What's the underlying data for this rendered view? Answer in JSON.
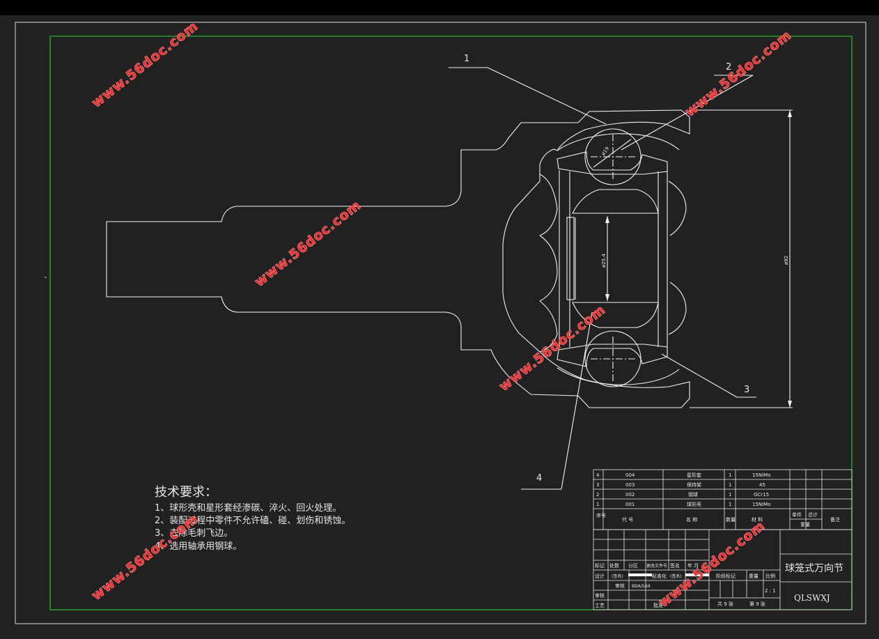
{
  "balloons": [
    "1",
    "2",
    "3",
    "4"
  ],
  "dimensions": {
    "ball_dia": "ø19",
    "bore_dia": "ø25.4",
    "outer_dia": "ø92"
  },
  "tech_requirements": {
    "title": "技术要求：",
    "items": [
      "1、球形壳和星形套经渗碳、淬火、回火处理。",
      "2、装配过程中零件不允许磕、碰、划伤和锈蚀。",
      "3、去除毛刺飞边。",
      "4、选用轴承用钢球。"
    ]
  },
  "parts_list": {
    "rows": [
      {
        "no": "4",
        "code": "004",
        "name": "星形套",
        "qty": "1",
        "material": "15NiMo"
      },
      {
        "no": "3",
        "code": "003",
        "name": "保持架",
        "qty": "1",
        "material": "45"
      },
      {
        "no": "2",
        "code": "002",
        "name": "钢球",
        "qty": "1",
        "material": "GCr15"
      },
      {
        "no": "1",
        "code": "001",
        "name": "球形壳",
        "qty": "1",
        "material": "15NiMo"
      }
    ],
    "header": {
      "no": "序号",
      "code": "代 号",
      "name": "名 称",
      "qty": "数量",
      "material": "材 料",
      "single": "单件",
      "total": "总计",
      "weight": "重量",
      "remark": "备注"
    }
  },
  "title_block": {
    "drawing_name": "球笼式万向节",
    "drawing_code": "QLSWXJ",
    "scale": "2 : 1",
    "sheets": "共 9 张",
    "sheet_no": "第 9 张",
    "labels": {
      "mark": "标记",
      "count": "处数",
      "zone": "分区",
      "doc": "更改文件号",
      "sign": "签名",
      "date": "年 月",
      "design": "设计",
      "std": "标准化",
      "stage": "阶段标记",
      "weight": "重量",
      "scale": "比例",
      "review": "审核",
      "craft": "工艺",
      "approve": "批准",
      "sig_date": "(签名)",
      "std_date": "(签名)",
      "review_val": "审核",
      "review_code": "BDA/SA9"
    }
  },
  "watermark": "www.56doc.com"
}
